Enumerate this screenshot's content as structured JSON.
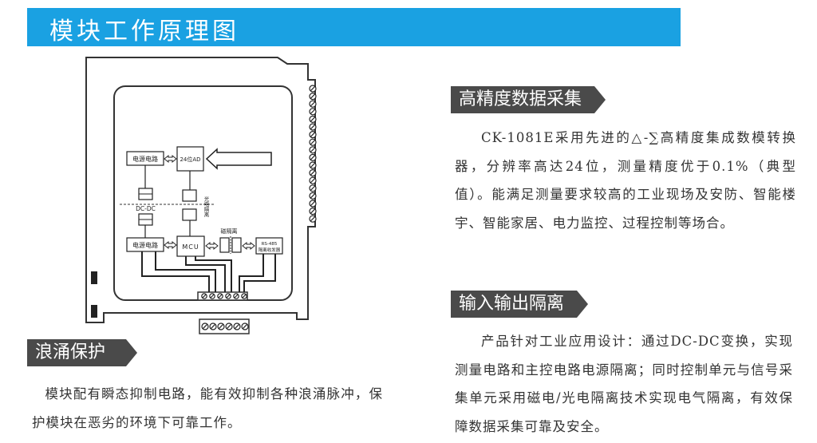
{
  "banner": {
    "title": "模块工作原理图"
  },
  "diagram": {
    "power_circuit_top": "电源电路",
    "adc": "24位AD",
    "dcdc": "DC-DC",
    "optocoupler": "光电隔离",
    "power_circuit_bottom": "电源电路",
    "mcu": "MCU",
    "magnetic_isolation": "磁隔离",
    "rs485_line1": "RS-485",
    "rs485_line2": "隔离收发器"
  },
  "precision": {
    "heading": "高精度数据采集",
    "text": "CK-1081E采用先进的△-∑高精度集成数模转换器，分辨率高达24位，测量精度优于0.1%（典型值）。能满足测量要求较高的工业现场及安防、智能楼宇、智能家居、电力监控、过程控制等场合。"
  },
  "isolation": {
    "heading": "输入输出隔离",
    "text": "产品针对工业应用设计：通过DC-DC变换，实现测量电路和主控电路电源隔离；同时控制单元与信号采集单元采用磁电/光电隔离技术实现电气隔离，有效保障数据采集可靠及安全。"
  },
  "surge": {
    "heading": "浪涌保护",
    "text": "模块配有瞬态抑制电路，能有效抑制各种浪涌脉冲，保护模块在恶劣的环境下可靠工作。"
  }
}
